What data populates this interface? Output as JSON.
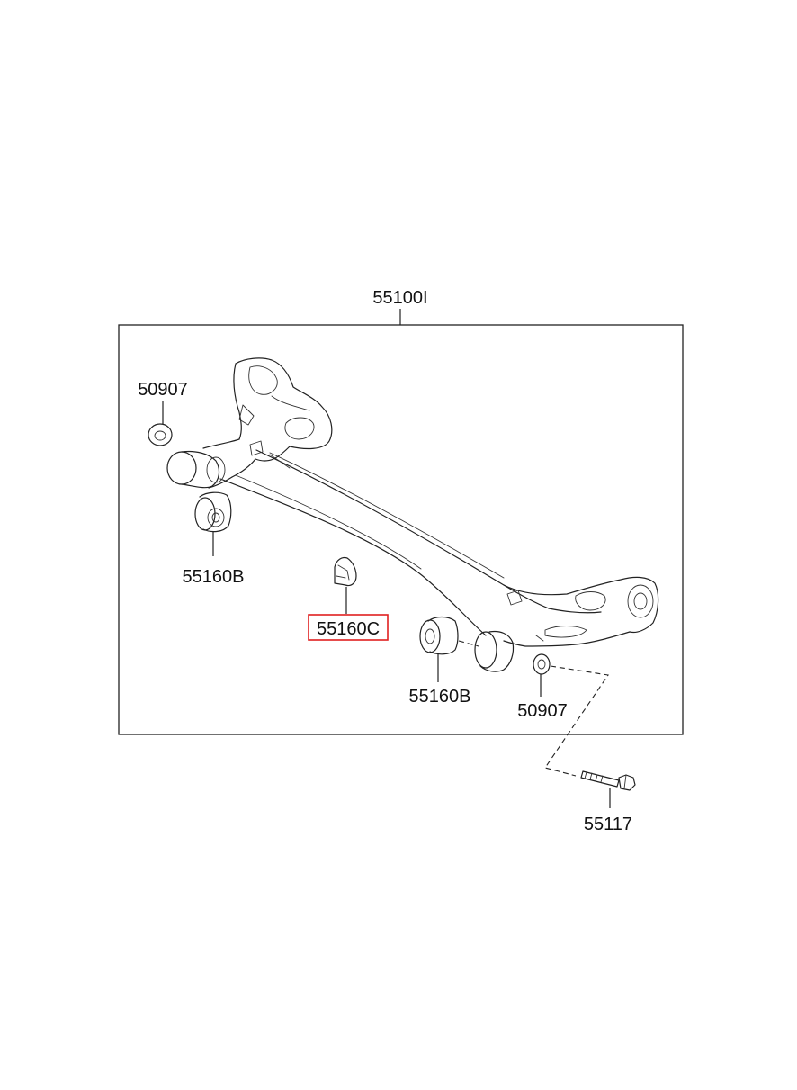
{
  "labels": {
    "assembly": "55100I",
    "washer_left": "50907",
    "bushing_left": "55160B",
    "bracket": "55160C",
    "bushing_right": "55160B",
    "washer_right": "50907",
    "bolt": "55117"
  },
  "highlight_color": "#e02020"
}
